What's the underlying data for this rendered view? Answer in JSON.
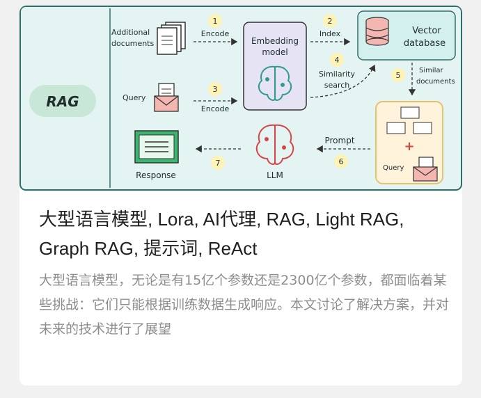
{
  "card": {
    "title": "大型语言模型, Lora, AI代理, RAG, Light RAG, Graph RAG, 提示词, ReAct",
    "description": "大型语言模型，无论是有15亿个参数还是2300亿个参数，都面临着某些挑战：它们只能根据训练数据生成响应。本文讨论了解决方案，并对未来的技术进行了展望"
  },
  "diagram": {
    "left_label": "RAG",
    "nodes": {
      "additional_documents": [
        "Additional",
        "documents"
      ],
      "query_top": "Query",
      "embedding_model": [
        "Embedding",
        "model"
      ],
      "vector_database": [
        "Vector",
        "database"
      ],
      "response": "Response",
      "llm": "LLM",
      "query_bottom": "Query"
    },
    "edges": {
      "encode_1": "Encode",
      "index": "Index",
      "encode_3": "Encode",
      "similarity_search": [
        "Similarity",
        "search"
      ],
      "similar_documents": [
        "Similar",
        "documents"
      ],
      "prompt": "Prompt"
    },
    "steps": [
      "1",
      "2",
      "3",
      "4",
      "5",
      "6",
      "7"
    ],
    "colors": {
      "background": "#e3f4f3",
      "rag_pill": "#c8e7d6",
      "db_fill": "#d4f0ee",
      "db_icon": "#f3b6b0",
      "query_box": "#fff3dc",
      "query_box_border": "#e6c26e",
      "step_circle": "#fff3b8",
      "teal": "#2e9b8f",
      "accent_red": "#d64545",
      "response_green": "#3bb66f"
    }
  }
}
